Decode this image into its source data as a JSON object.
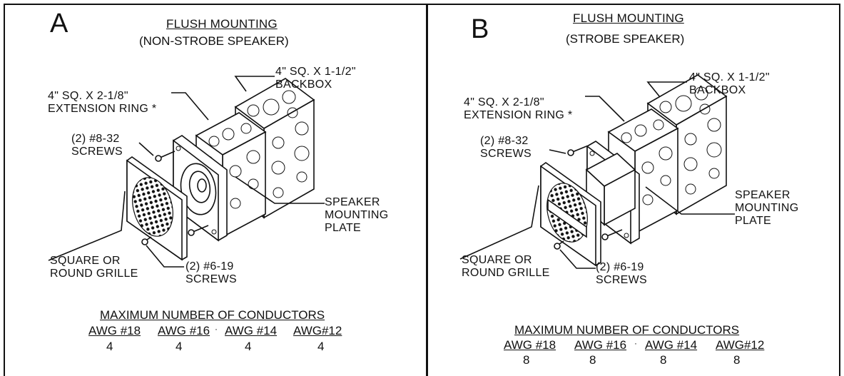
{
  "panels": [
    {
      "letter": "A",
      "title": "FLUSH MOUNTING",
      "subtitle": "(NON-STROBE SPEAKER)",
      "labels": {
        "backbox": "4\" SQ. X 1-1/2\"\nBACKBOX",
        "extension_ring": "4\" SQ. X 2-1/8\"\nEXTENSION RING *",
        "screws_8_32": "(2) #8-32\nSCREWS",
        "speaker_plate": "SPEAKER\nMOUNTING\nPLATE",
        "grille": "SQUARE OR\nROUND GRILLE",
        "screws_6_19": "(2) #6-19\nSCREWS"
      },
      "conductors": {
        "title": "MAXIMUM NUMBER OF CONDUCTORS",
        "columns": [
          {
            "gauge": "AWG #18",
            "value": "4"
          },
          {
            "gauge": "AWG #16",
            "value": "4"
          },
          {
            "gauge": "AWG #14",
            "value": "4"
          },
          {
            "gauge": "AWG#12",
            "value": "4"
          }
        ]
      }
    },
    {
      "letter": "B",
      "title": "FLUSH MOUNTING",
      "subtitle": "(STROBE SPEAKER)",
      "labels": {
        "backbox": "4\" SQ. X 1-1/2\"\nBACKBOX",
        "extension_ring": "4\" SQ. X 2-1/8\"\nEXTENSION RING *",
        "screws_8_32": "(2) #8-32\nSCREWS",
        "speaker_plate": "SPEAKER\nMOUNTING\nPLATE",
        "grille": "SQUARE OR\nROUND GRILLE",
        "screws_6_19": "(2) #6-19\nSCREWS"
      },
      "conductors": {
        "title": "MAXIMUM NUMBER OF CONDUCTORS",
        "columns": [
          {
            "gauge": "AWG #18",
            "value": "8"
          },
          {
            "gauge": "AWG #16",
            "value": "8"
          },
          {
            "gauge": "AWG #14",
            "value": "8"
          },
          {
            "gauge": "AWG#12",
            "value": "8"
          }
        ]
      }
    }
  ]
}
